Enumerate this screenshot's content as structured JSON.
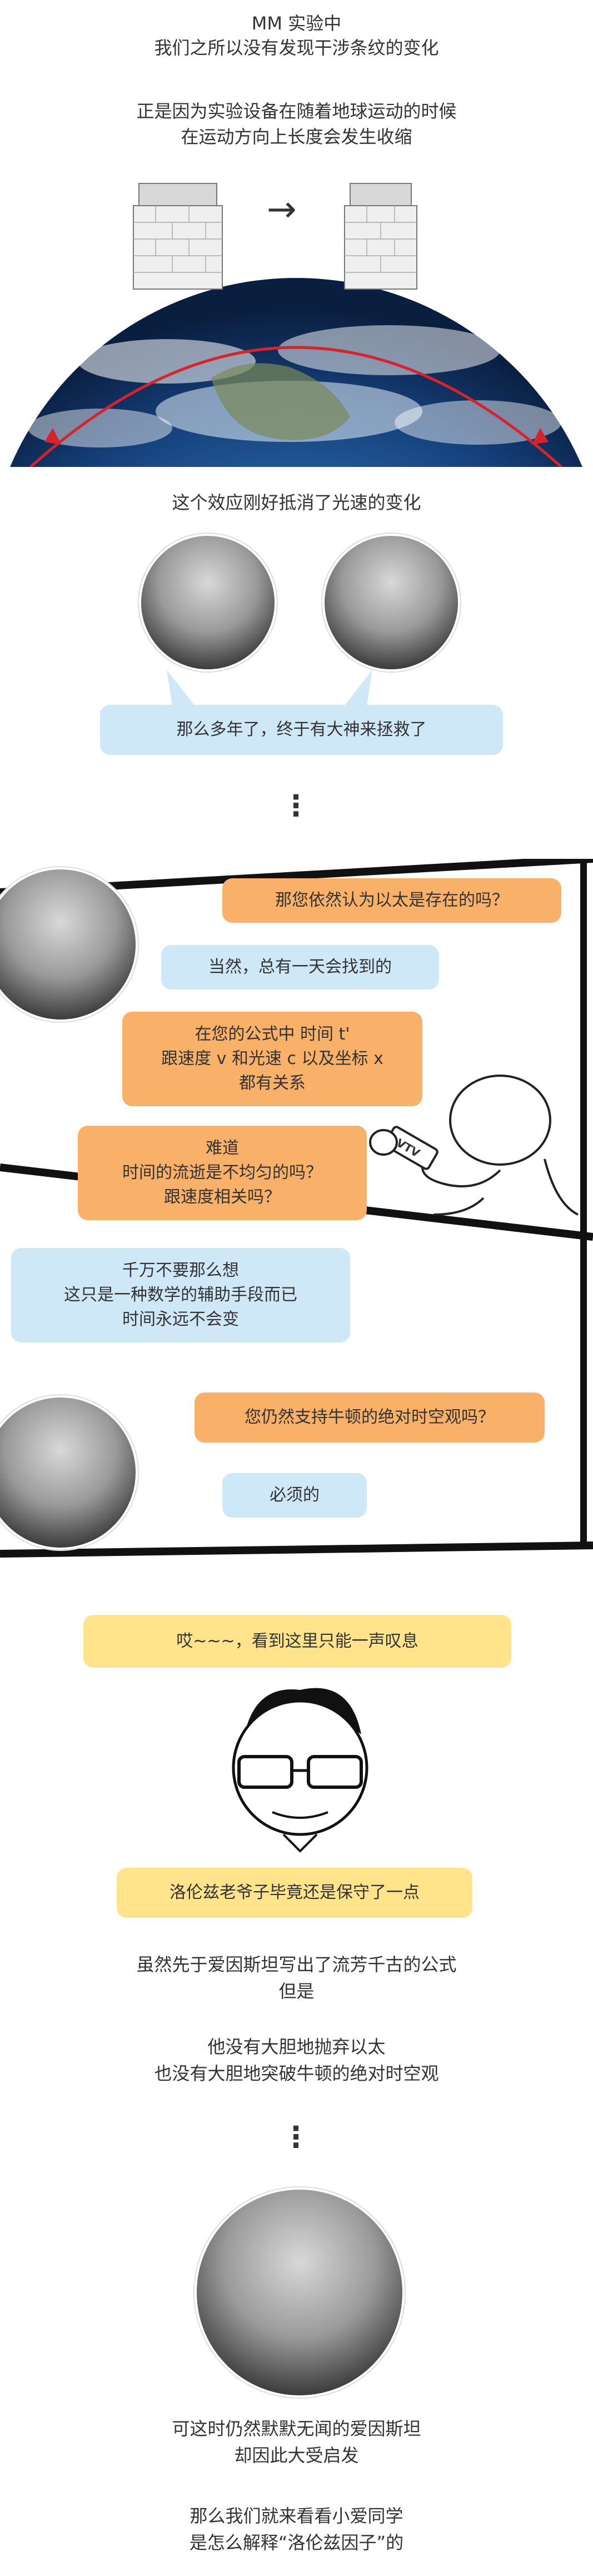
{
  "intro": {
    "line1": "MM 实验中",
    "line2": "我们之所以没有发现干涉条纹的变化",
    "line3": "正是因为实验设备在随着地球运动的时候",
    "line4": "在运动方向上长度会发生收缩"
  },
  "scene": {
    "arrow": "→"
  },
  "offset_text": "这个效应刚好抵消了光速的变化",
  "bubble_rescue": "那么多年了，终于有大神来拯救了",
  "dots": "⋮",
  "interview": {
    "q1": "那您依然认为以太是存在的吗？",
    "a1": "当然，总有一天会找到的",
    "q2_l1": "在您的公式中  时间 t'",
    "q2_l2": "跟速度 v 和光速 c 以及坐标 x",
    "q2_l3": "都有关系",
    "q3_l1": "难道",
    "q3_l2": "时间的流逝是不均匀的吗？",
    "q3_l3": "跟速度相关吗？",
    "a3_l1": "千万不要那么想",
    "a3_l2": "这只是一种数学的辅助手段而已",
    "a3_l3": "时间永远不会变",
    "q4": "您仍然支持牛顿的绝对时空观吗？",
    "a4": "必须的",
    "mic_label": "VTV"
  },
  "sigh": "哎~~~，看到这里只能一声叹息",
  "conservative": "洛伦兹老爷子毕竟还是保守了一点",
  "para1": {
    "l1": "虽然先于爱因斯坦写出了流芳千古的公式",
    "l2": "但是"
  },
  "para2": {
    "l1": "他没有大胆地抛弃以太",
    "l2": "也没有大胆地突破牛顿的绝对时空观"
  },
  "para3": {
    "l1": "可这时仍然默默无闻的爱因斯坦",
    "l2": "却因此大受启发"
  },
  "para4": {
    "l1": "那么我们就来看看小爱同学",
    "l2": "是怎么解释“洛伦兹因子”的"
  },
  "colors": {
    "blue_bubble": "#cfe8f7",
    "orange_bubble": "#f9b068",
    "yellow_bubble": "#ffe48b",
    "arrow_red": "#d9232b"
  }
}
